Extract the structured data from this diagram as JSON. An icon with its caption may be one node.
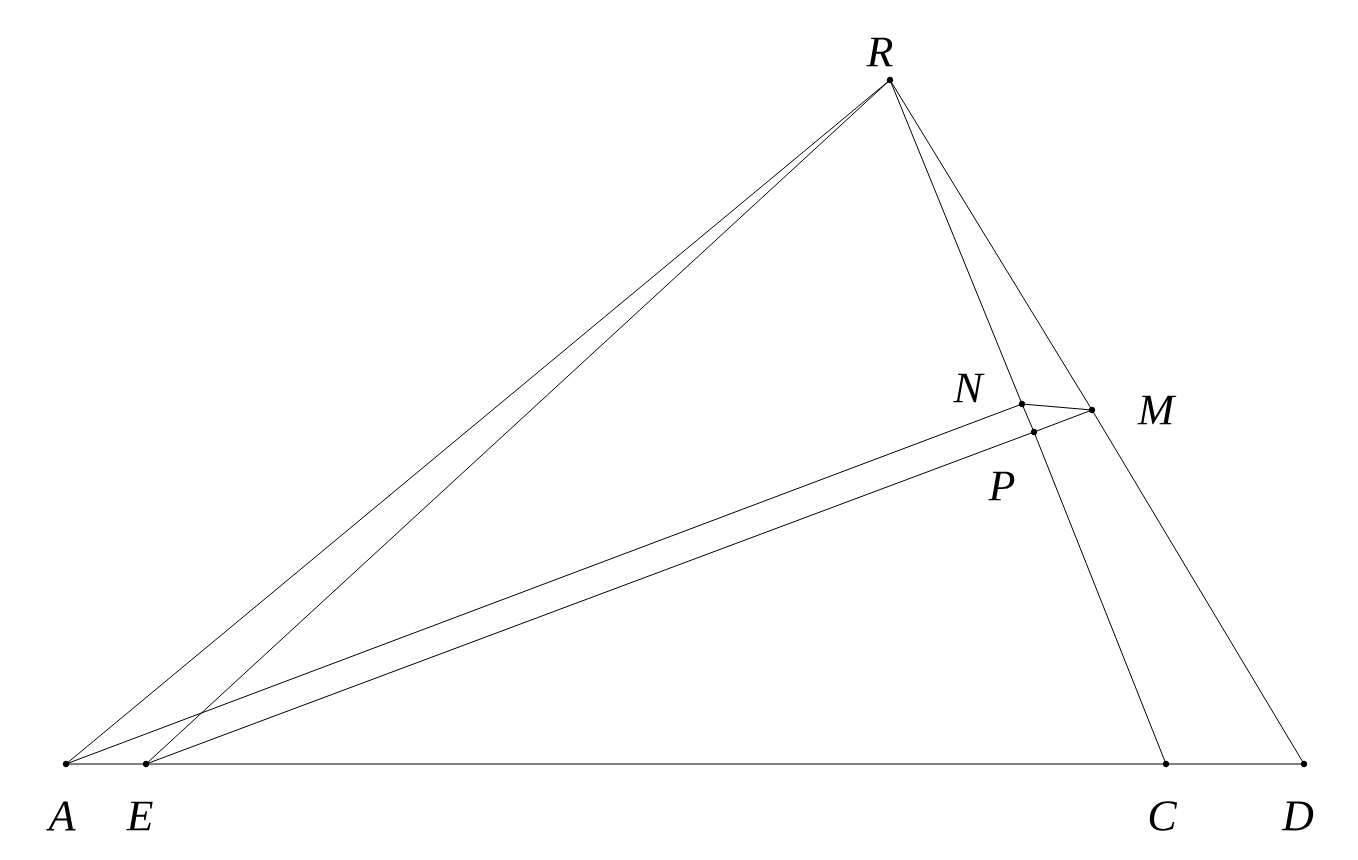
{
  "diagram": {
    "nodes": [
      {
        "text": [
          "R"
        ]
      },
      {
        "text": [
          "N"
        ]
      },
      {
        "text": [
          "M"
        ]
      },
      {
        "text": [
          "P"
        ]
      },
      {
        "text": [
          "A"
        ]
      },
      {
        "text": [
          "E"
        ]
      },
      {
        "text": [
          "C"
        ]
      },
      {
        "text": [
          "D"
        ]
      }
    ],
    "edges": [
      {
        "from": 4,
        "to": 0,
        "arrow": "none"
      },
      {
        "from": 5,
        "to": 0,
        "arrow": "none"
      },
      {
        "from": 0,
        "to": 1,
        "arrow": "none"
      },
      {
        "from": 1,
        "to": 3,
        "arrow": "none"
      },
      {
        "from": 3,
        "to": 6,
        "arrow": "none"
      },
      {
        "from": 0,
        "to": 2,
        "arrow": "none"
      },
      {
        "from": 2,
        "to": 7,
        "arrow": "none"
      },
      {
        "from": 4,
        "to": 1,
        "arrow": "none"
      },
      {
        "from": 1,
        "to": 2,
        "arrow": "none"
      },
      {
        "from": 5,
        "to": 3,
        "arrow": "none"
      },
      {
        "from": 3,
        "to": 2,
        "arrow": "none"
      },
      {
        "from": 4,
        "to": 5,
        "arrow": "none"
      },
      {
        "from": 5,
        "to": 6,
        "arrow": "none"
      },
      {
        "from": 6,
        "to": 7,
        "arrow": "none"
      }
    ]
  }
}
